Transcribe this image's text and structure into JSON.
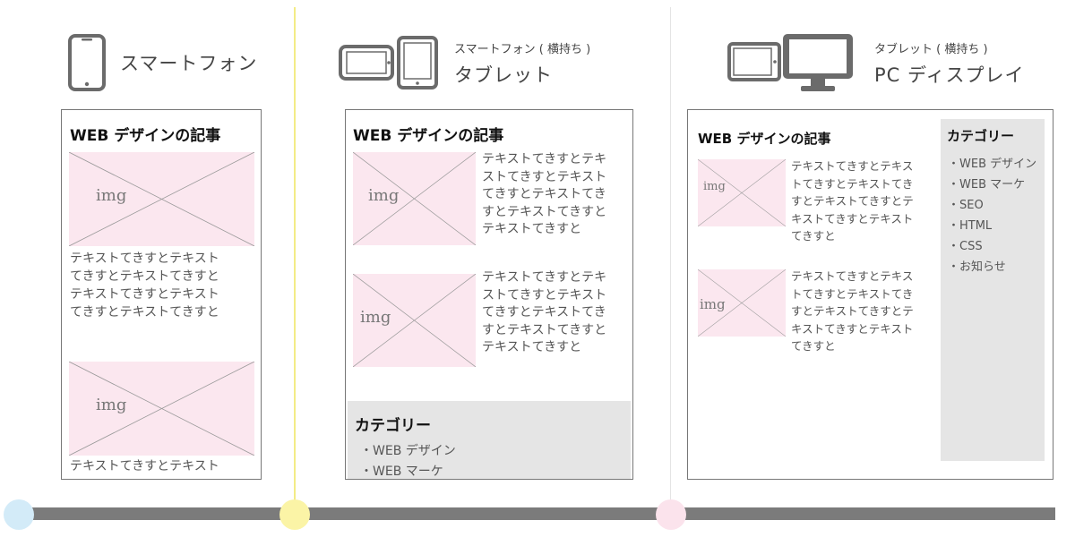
{
  "colors": {
    "timeline": "#7b7b7b",
    "dot_blue": "#d3ebf8",
    "dot_yellow": "#fbf4a6",
    "dot_pink": "#fbe3ec",
    "img_bg": "#fbe7ef",
    "category_bg": "#e5e5e5"
  },
  "smartphone": {
    "icon": "smartphone-icon",
    "title": "スマートフォン",
    "article_title": "WEB デザインの記事",
    "img_label": "img",
    "text1": "テキストてきすとテキスト\nてきすとテキストてきすと\nテキストてきすとテキスト\nてきすとテキストてきすと",
    "text2": "テキストてきすとテキスト"
  },
  "tablet": {
    "icons": [
      "tablet-landscape-icon",
      "tablet-portrait-icon"
    ],
    "subtitle": "スマートフォン ( 横持ち )",
    "title": "タブレット",
    "article_title": "WEB デザインの記事",
    "img_label": "img",
    "text1": "テキストてきすとテ\nキストてきすとテキ\nストてきすとテキス\nトてきすとテキスト\nてきすとテキストて\nきすと",
    "text1_lines": "テキストてきすとテキ\nストてきすとテキスト\nてきすとテキストてき\nすとテキストてきすと\nテキストてきすと",
    "text2": "テキストてきすとテキ\nストてきすとテキスト\nてきすとテキストてき\nすとテキストてきすと\nテキストてきすと",
    "category_title": "カテゴリー",
    "categories": [
      "・WEB デザイン",
      "・WEB マーケ"
    ]
  },
  "pc": {
    "icons": [
      "tablet-landscape-icon",
      "desktop-monitor-icon"
    ],
    "subtitle": "タブレット ( 横持ち )",
    "title": "PC ディスプレイ",
    "article_title": "WEB デザインの記事",
    "img_label": "img",
    "text1": "テキストてきすとテキス\nトてきすとテキストてき\nすとテキストてきすとテ\nキストてきすとテキスト\nてきすと",
    "text2": "テキストてきすとテキス\nトてきすとテキストてき\nすとテキストてきすとテ\nキストてきすとテキスト\nてきすと",
    "category_title": "カテゴリー",
    "categories": [
      "・WEB デザイン",
      "・WEB マーケ",
      "・SEO",
      "・HTML",
      "・CSS",
      "・お知らせ"
    ]
  }
}
